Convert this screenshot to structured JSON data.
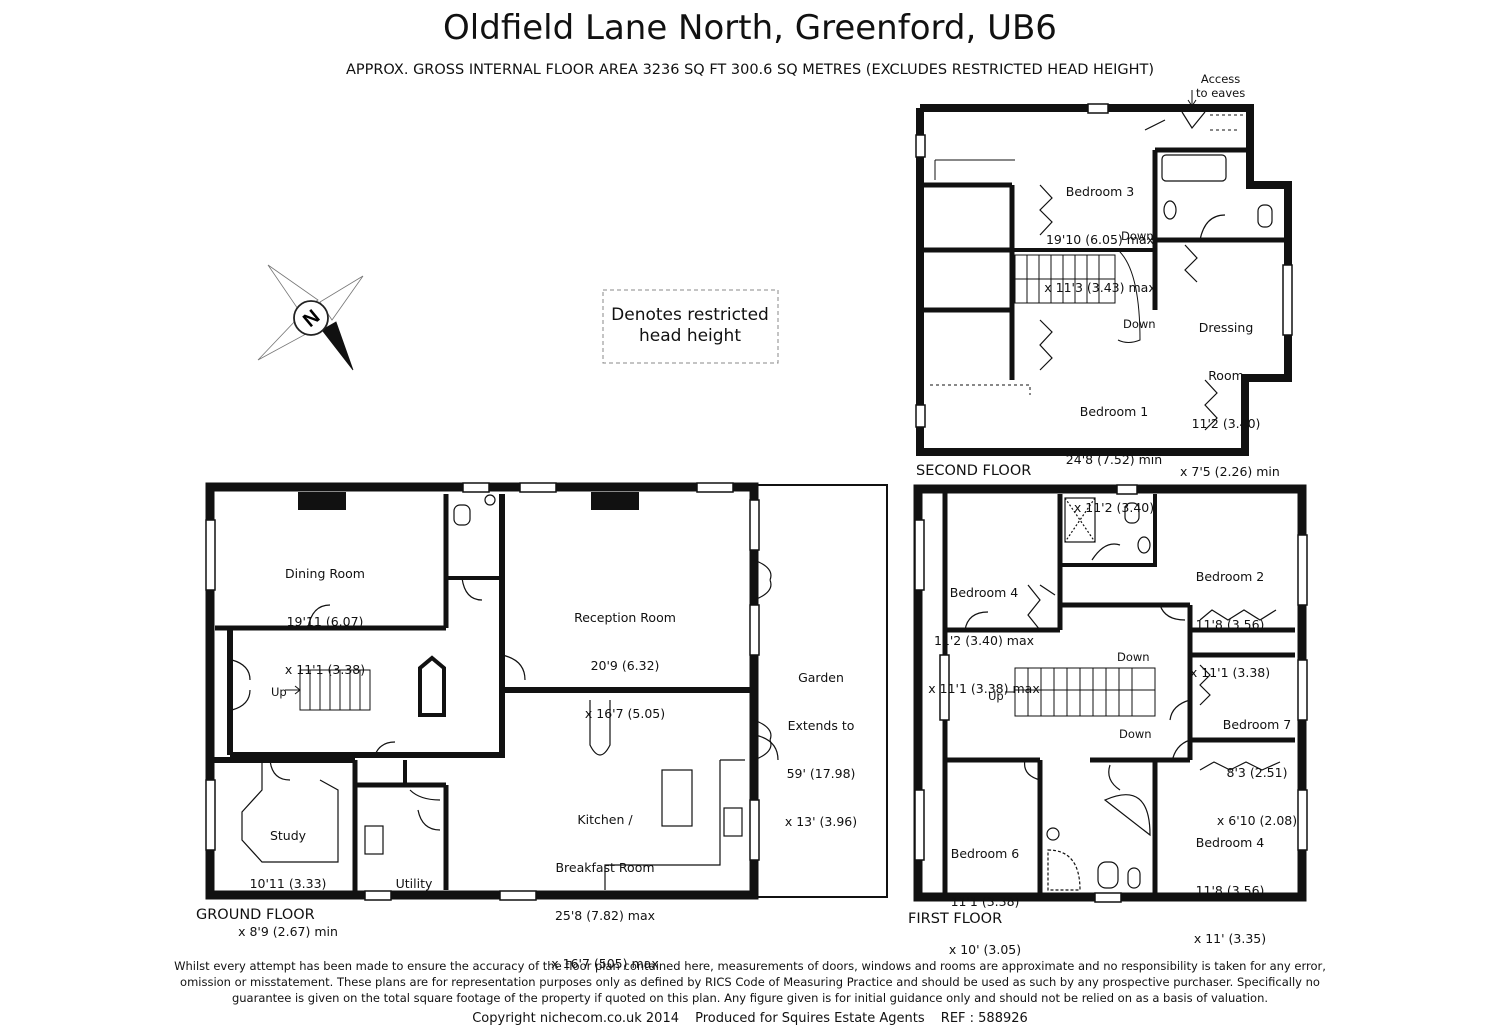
{
  "title": "Oldfield Lane North, Greenford, UB6",
  "subtitle": "APPROX. GROSS INTERNAL FLOOR AREA 3236 SQ FT 300.6 SQ METRES (EXCLUDES RESTRICTED HEAD HEIGHT)",
  "compass_letter": "N",
  "legend": {
    "line1": "Denotes restricted",
    "line2": "head height"
  },
  "floors": {
    "ground": "GROUND FLOOR",
    "first": "FIRST FLOOR",
    "second": "SECOND FLOOR"
  },
  "rooms": {
    "dining": {
      "name": "Dining Room",
      "dim1": "19'11 (6.07)",
      "dim2": "x 11'1 (3.38)"
    },
    "reception": {
      "name": "Reception Room",
      "dim1": "20'9 (6.32)",
      "dim2": "x 16'7 (5.05)"
    },
    "garden": {
      "name": "Garden",
      "dim1": "Extends to",
      "dim2": "59' (17.98)",
      "dim3": "x 13' (3.96)"
    },
    "kitchen": {
      "name": "Kitchen /",
      "name2": "Breakfast Room",
      "dim1": "25'8 (7.82) max",
      "dim2": "x 16'7 (505) max"
    },
    "study": {
      "name": "Study",
      "dim1": "10'11 (3.33)",
      "dim2": "x 8'9 (2.67) min"
    },
    "utility": {
      "name": "Utility"
    },
    "bedroom4a": {
      "name": "Bedroom 4",
      "dim1": "11'2 (3.40) max",
      "dim2": "x 11'1 (3.38) max"
    },
    "bedroom2": {
      "name": "Bedroom 2",
      "dim1": "11'8 (3.56)",
      "dim2": "x 11'1 (3.38)"
    },
    "bedroom7": {
      "name": "Bedroom 7",
      "dim1": "8'3 (2.51)",
      "dim2": "x 6'10 (2.08)"
    },
    "bedroom6": {
      "name": "Bedroom 6",
      "dim1": "11'1 (3.38)",
      "dim2": "x 10' (3.05)"
    },
    "bedroom4b": {
      "name": "Bedroom 4",
      "dim1": "11'8 (3.56)",
      "dim2": "x 11' (3.35)"
    },
    "bedroom3": {
      "name": "Bedroom 3",
      "dim1": "19'10 (6.05) max",
      "dim2": "x 11'3 (3.43) max"
    },
    "dressing": {
      "name": "Dressing",
      "name2": "Room",
      "dim1": "11'2 (3.40)",
      "dim2": "x 7'5 (2.26) min"
    },
    "bedroom1": {
      "name": "Bedroom 1",
      "dim1": "24'8 (7.52) min",
      "dim2": "x 11'2 (3.40)"
    }
  },
  "stair_labels": {
    "up": "Up",
    "down": "Down"
  },
  "access_eaves": {
    "line1": "Access",
    "line2": "to eaves"
  },
  "disclaimer": "Whilst every attempt has been made to ensure the accuracy of the floor plan contained here, measurements of doors, windows and rooms are approximate and no responsibility is taken for any error, omission or misstatement. These plans are for representation purposes only as defined by RICS Code of Measuring Practice and should be used as such by any prospective purchaser. Specifically no guarantee is given on the total square footage of the property if quoted on this plan. Any figure given is for initial guidance only and should not be relied on as a basis of valuation.",
  "footer": {
    "copyright": "Copyright nichecom.co.uk 2014",
    "produced": "Produced for Squires Estate Agents",
    "ref": "REF : 588926"
  }
}
